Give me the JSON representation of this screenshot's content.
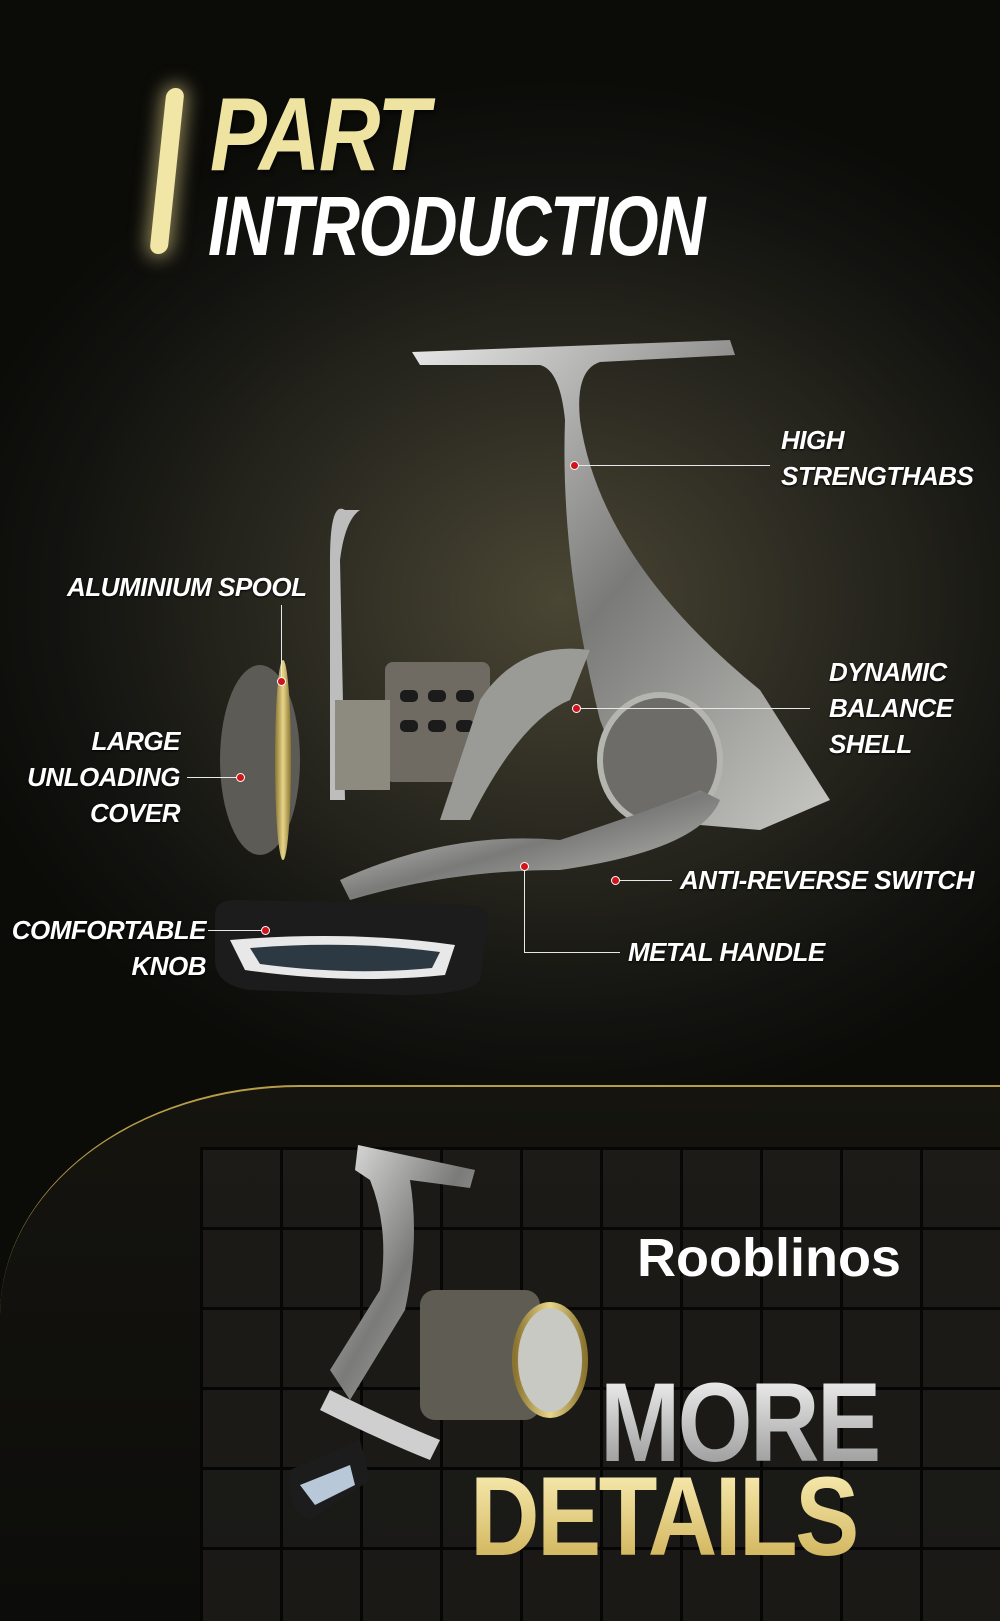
{
  "header": {
    "title_line1": "PART",
    "title_line2": "INTRODUCTION"
  },
  "callouts": {
    "high_strength": [
      "HIGH",
      "STRENGTHABS"
    ],
    "aluminium_spool": "ALUMINIUM SPOOL",
    "dynamic_balance_shell": [
      "DYNAMIC",
      "BALANCE",
      "SHELL"
    ],
    "large_unloading_cover": [
      "LARGE",
      "UNLOADING",
      "COVER"
    ],
    "anti_reverse_switch": "ANTI-REVERSE SWITCH",
    "metal_handle": "METAL HANDLE",
    "comfortable_knob": [
      "COMFORTABLE",
      "KNOB"
    ]
  },
  "footer": {
    "brand": "Rooblinos",
    "line1": "MORE",
    "line2": "DETAILS"
  },
  "colors": {
    "gold": "#efe3a2",
    "dot": "#d0141c",
    "background": "#0b0b08"
  }
}
